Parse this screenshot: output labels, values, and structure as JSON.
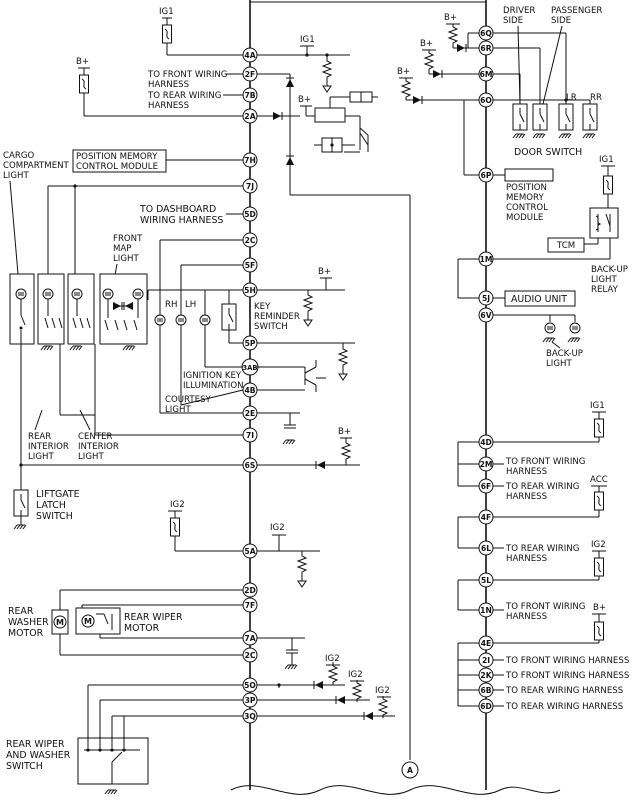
{
  "labels": {
    "ig1": "IG1",
    "ig2": "IG2",
    "bplus": "B+",
    "acc": "ACC",
    "to_front_wiring_harness": "TO FRONT WIRING HARNESS",
    "to_front_wiring": "TO FRONT WIRING",
    "to_rear_wiring_harness": "TO REAR WIRING HARNESS",
    "to_rear_wiring": "TO REAR WIRING",
    "harness": "HARNESS",
    "position_memory_line1": "POSITION MEMORY",
    "control_module": "CONTROL MODULE",
    "cargo_line1": "CARGO",
    "cargo_line2": "COMPARTMENT",
    "cargo_line3": "LIGHT",
    "to_dashboard_line1": "TO DASHBOARD",
    "to_dashboard_line2": "WIRING HARNESS",
    "front_map_line1": "FRONT",
    "front_map_line2": "MAP",
    "front_map_line3": "LIGHT",
    "rh": "RH",
    "lh": "LH",
    "key_reminder_line1": "KEY",
    "key_reminder_line2": "REMINDER",
    "key_reminder_line3": "SWITCH",
    "ignition_key_line1": "IGNITION KEY",
    "ignition_key_line2": "ILLUMINATION",
    "courtesy_line1": "COURTESY",
    "courtesy_line2": "LIGHT",
    "rear_interior_line1": "REAR",
    "rear_interior_line2": "INTERIOR",
    "rear_interior_line3": "LIGHT",
    "center_interior_line1": "CENTER",
    "center_interior_line2": "INTERIOR",
    "center_interior_line3": "LIGHT",
    "liftgate_line1": "LIFTGATE",
    "liftgate_line2": "LATCH",
    "liftgate_line3": "SWITCH",
    "rear_washer_line1": "REAR",
    "rear_washer_line2": "WASHER",
    "rear_washer_line3": "MOTOR",
    "rear_wiper_motor_line1": "REAR WIPER",
    "rear_wiper_motor_line2": "MOTOR",
    "rw_switch_line1": "REAR WIPER",
    "rw_switch_line2": "AND WASHER",
    "rw_switch_line3": "SWITCH",
    "driver_line1": "DRIVER",
    "driver_line2": "SIDE",
    "passenger_line1": "PASSENGER",
    "passenger_line2": "SIDE",
    "lr": "LR",
    "rr": "RR",
    "door_switch": "DOOR SWITCH",
    "pm_right_line1": "POSITION",
    "pm_right_line2": "MEMORY",
    "pm_right_line3": "CONTROL",
    "pm_right_line4": "MODULE",
    "tcm": "TCM",
    "backup_relay_line1": "BACK-UP",
    "backup_relay_line2": "LIGHT",
    "backup_relay_line3": "RELAY",
    "audio_unit": "AUDIO UNIT",
    "backup_light_line1": "BACK-UP",
    "backup_light_line2": "LIGHT",
    "circle_a": "A"
  },
  "left_pins": {
    "p4A": "4A",
    "p2F": "2F",
    "p7B": "7B",
    "p2A": "2A",
    "p7H": "7H",
    "p7J": "7J",
    "p5D": "5D",
    "p2C": "2C",
    "p5F": "5F",
    "p5H": "5H",
    "p5P": "5P",
    "p3AB": "3AB",
    "p4B": "4B",
    "p2E": "2E",
    "p7I": "7I",
    "p6S": "6S",
    "p5A": "5A",
    "p2D": "2D",
    "p7F": "7F",
    "p7A": "7A",
    "p2Cb": "2C",
    "p5O": "5O",
    "p3P": "3P",
    "p3Q": "3Q"
  },
  "right_pins": {
    "p6Q": "6Q",
    "p6R": "6R",
    "p6M": "6M",
    "p6O": "6O",
    "p6P": "6P",
    "p1M": "1M",
    "p5J": "5J",
    "p6V": "6V",
    "p4D": "4D",
    "p2M": "2M",
    "p6F": "6F",
    "p4F": "4F",
    "p6L": "6L",
    "p5L": "5L",
    "p1N": "1N",
    "p4E": "4E",
    "p2I": "2I",
    "p2K": "2K",
    "p6B": "6B",
    "p6D": "6D"
  }
}
